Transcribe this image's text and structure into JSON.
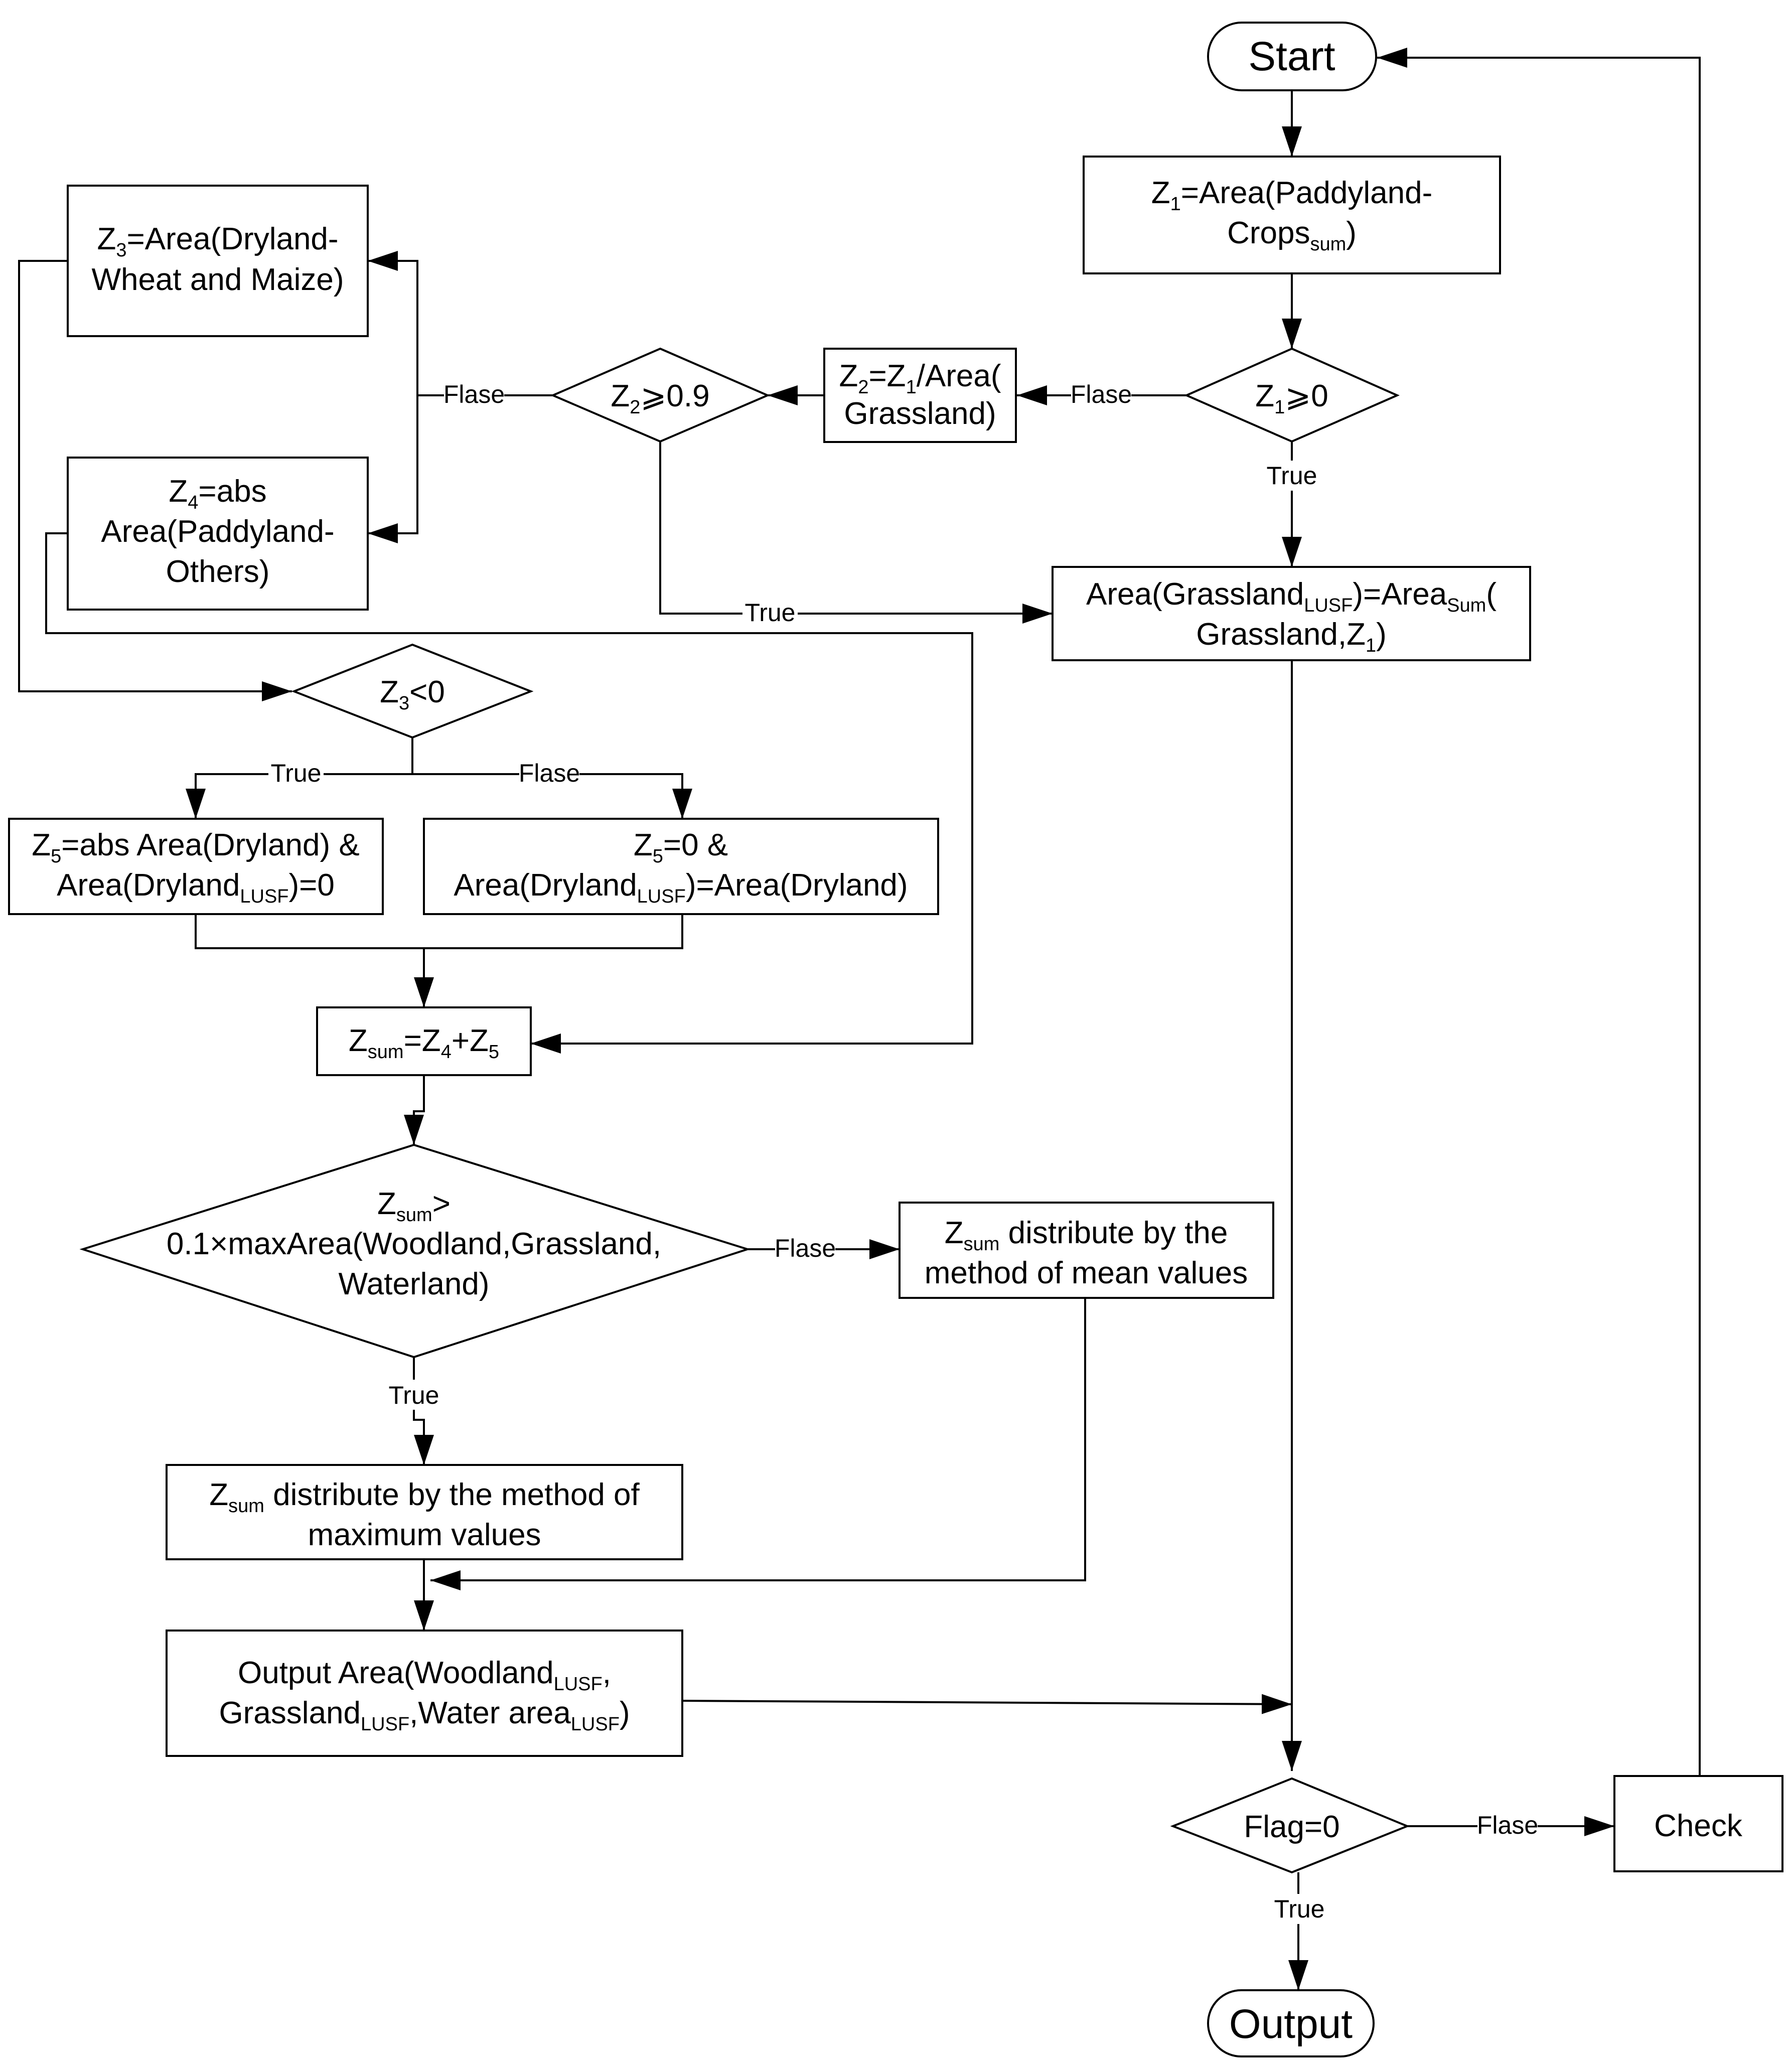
{
  "nodes": {
    "start": {
      "text": "Start"
    },
    "z1_assign": {
      "line1": "Z",
      "line1_sub": "1",
      "line1_rest": "=Area(Paddyland-",
      "line2": "Crops",
      "line2_sub": "sum",
      "line2_rest": ")"
    },
    "z1_check": {
      "pre": "Z",
      "sub": "1",
      "rest": "⩾0"
    },
    "z2_assign": {
      "line1": "Z",
      "line1_sub": "2",
      "line1_mid": "=Z",
      "line1_sub2": "1",
      "line1_rest": "/Area(",
      "line2": "Grassland)"
    },
    "z2_check": {
      "pre": "Z",
      "sub": "2",
      "rest": "⩾0.9"
    },
    "z3_assign": {
      "line1": "Z",
      "line1_sub": "3",
      "line1_rest": "=Area(Dryland-",
      "line2": "Wheat and Maize)"
    },
    "z4_assign": {
      "line1": "Z",
      "line1_sub": "4",
      "line1_rest": "=abs",
      "line2": "Area(Paddyland-",
      "line3": "Others)"
    },
    "grassland_area": {
      "line1": "Area(Grassland",
      "line1_sub": "LUSF",
      "line1_mid": ")=Area",
      "line1_sub2": "Sum",
      "line1_rest": "(",
      "line2": "Grassland,Z",
      "line2_sub": "1",
      "line2_rest": ")"
    },
    "z3_check": {
      "pre": "Z",
      "sub": "3",
      "rest": "<0"
    },
    "z5_true": {
      "line1": "Z",
      "line1_sub": "5",
      "line1_rest": "=abs Area(Dryland) &",
      "line2": "Area(Dryland",
      "line2_sub": "LUSF",
      "line2_rest": ")=0"
    },
    "z5_false": {
      "line1": "Z",
      "line1_sub": "5",
      "line1_rest": "=0 &",
      "line2": "Area(Dryland",
      "line2_sub": "LUSF",
      "line2_rest": ")=Area(Dryland)"
    },
    "zsum_assign": {
      "pre": "Z",
      "sub": "sum",
      "mid": "=Z",
      "sub2": "4",
      "mid2": "+Z",
      "sub3": "5"
    },
    "zsum_check": {
      "line1": "Z",
      "line1_sub": "sum",
      "line1_rest": ">",
      "line2": "0.1×maxArea(Woodland,Grassland,",
      "line3": "Waterland)"
    },
    "mean_values": {
      "line1": "Z",
      "line1_sub": "sum",
      "line1_rest": " distribute by the",
      "line2": "method of mean values"
    },
    "max_values": {
      "line1": "Z",
      "line1_sub": "sum",
      "line1_rest": " distribute by the method of",
      "line2": "maximum values"
    },
    "output_area": {
      "line1": "Output Area(Woodland",
      "line1_sub": "LUSF",
      "line1_rest": ",",
      "line2": "Grassland",
      "line2_sub": "LUSF",
      "line2_mid": ",Water area",
      "line2_sub2": "LUSF",
      "line2_rest": ")"
    },
    "flag_check": {
      "text": "Flag=0"
    },
    "check": {
      "text": "Check"
    },
    "output": {
      "text": "Output"
    }
  },
  "edge_labels": {
    "z1_false": "Flase",
    "z1_true": "True",
    "z2_false": "Flase",
    "z2_true": "True",
    "z3_true": "True",
    "z3_false": "Flase",
    "zsum_false": "Flase",
    "zsum_true": "True",
    "flag_false": "Flase",
    "flag_true": "True"
  }
}
